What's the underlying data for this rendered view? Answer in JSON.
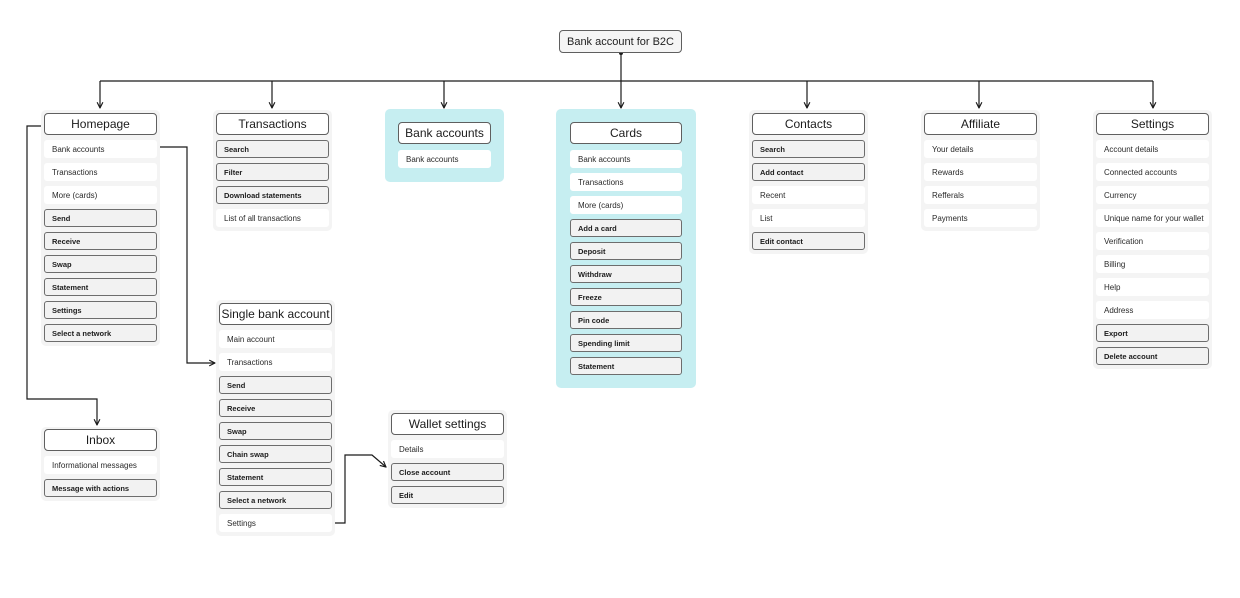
{
  "root": "Bank account for B2C",
  "groups": {
    "homepage": {
      "title": "Homepage",
      "items": [
        {
          "label": "Bank accounts",
          "type": "plain"
        },
        {
          "label": "Transactions",
          "type": "plain"
        },
        {
          "label": "More (cards)",
          "type": "plain"
        },
        {
          "label": "Send",
          "type": "action"
        },
        {
          "label": "Receive",
          "type": "action"
        },
        {
          "label": "Swap",
          "type": "action"
        },
        {
          "label": "Statement",
          "type": "action"
        },
        {
          "label": "Settings",
          "type": "action"
        },
        {
          "label": "Select a network",
          "type": "action"
        }
      ]
    },
    "transactions": {
      "title": "Transactions",
      "items": [
        {
          "label": "Search",
          "type": "action"
        },
        {
          "label": "Filter",
          "type": "action"
        },
        {
          "label": "Download statements",
          "type": "action"
        },
        {
          "label": "List of all transactions",
          "type": "plain"
        }
      ]
    },
    "bank_accounts": {
      "title": "Bank accounts",
      "items": [
        {
          "label": "Bank accounts",
          "type": "plain"
        }
      ]
    },
    "cards": {
      "title": "Cards",
      "items": [
        {
          "label": "Bank accounts",
          "type": "plain"
        },
        {
          "label": "Transactions",
          "type": "plain"
        },
        {
          "label": "More (cards)",
          "type": "plain"
        },
        {
          "label": "Add a card",
          "type": "action"
        },
        {
          "label": "Deposit",
          "type": "action"
        },
        {
          "label": "Withdraw",
          "type": "action"
        },
        {
          "label": "Freeze",
          "type": "action"
        },
        {
          "label": "Pin code",
          "type": "action"
        },
        {
          "label": "Spending limit",
          "type": "action"
        },
        {
          "label": "Statement",
          "type": "action"
        }
      ]
    },
    "contacts": {
      "title": "Contacts",
      "items": [
        {
          "label": "Search",
          "type": "action"
        },
        {
          "label": "Add contact",
          "type": "action"
        },
        {
          "label": "Recent",
          "type": "plain"
        },
        {
          "label": "List",
          "type": "plain"
        },
        {
          "label": "Edit contact",
          "type": "action"
        }
      ]
    },
    "affiliate": {
      "title": "Affiliate",
      "items": [
        {
          "label": "Your details",
          "type": "plain"
        },
        {
          "label": "Rewards",
          "type": "plain"
        },
        {
          "label": "Refferals",
          "type": "plain"
        },
        {
          "label": "Payments",
          "type": "plain"
        }
      ]
    },
    "settings": {
      "title": "Settings",
      "items": [
        {
          "label": "Account details",
          "type": "plain"
        },
        {
          "label": "Connected accounts",
          "type": "plain"
        },
        {
          "label": "Currency",
          "type": "plain"
        },
        {
          "label": "Unique name for your wallet",
          "type": "plain"
        },
        {
          "label": "Verification",
          "type": "plain"
        },
        {
          "label": "Billing",
          "type": "plain"
        },
        {
          "label": "Help",
          "type": "plain"
        },
        {
          "label": "Address",
          "type": "plain"
        },
        {
          "label": "Export",
          "type": "action"
        },
        {
          "label": "Delete account",
          "type": "action"
        }
      ]
    },
    "single_bank_account": {
      "title": "Single bank account",
      "items": [
        {
          "label": "Main account",
          "type": "plain"
        },
        {
          "label": "Transactions",
          "type": "plain"
        },
        {
          "label": "Send",
          "type": "action"
        },
        {
          "label": "Receive",
          "type": "action"
        },
        {
          "label": "Swap",
          "type": "action"
        },
        {
          "label": "Chain swap",
          "type": "action"
        },
        {
          "label": "Statement",
          "type": "action"
        },
        {
          "label": "Select a network",
          "type": "action"
        },
        {
          "label": "Settings",
          "type": "plain"
        }
      ]
    },
    "inbox": {
      "title": "Inbox",
      "items": [
        {
          "label": "Informational messages",
          "type": "plain"
        },
        {
          "label": "Message with actions",
          "type": "action"
        }
      ]
    },
    "wallet_settings": {
      "title": "Wallet settings",
      "items": [
        {
          "label": "Details",
          "type": "plain"
        },
        {
          "label": "Close account",
          "type": "action"
        },
        {
          "label": "Edit",
          "type": "action"
        }
      ]
    }
  }
}
